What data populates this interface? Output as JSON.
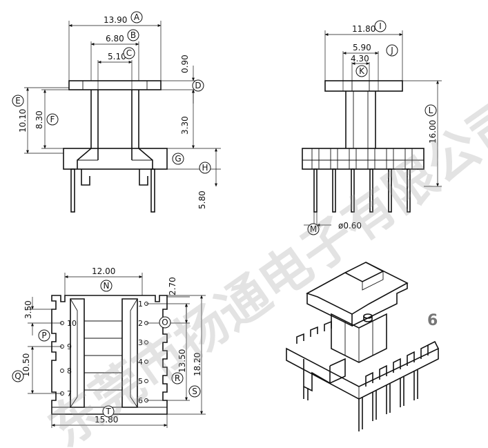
{
  "figure_number": "6",
  "watermark": "东莞市扬通电子有限公司",
  "front_view": {
    "dims": {
      "A": "13.90",
      "B": "6.80",
      "C": "5.10",
      "D": "0.90",
      "E": "10.10",
      "F": "8.30",
      "G": "3.30",
      "H": "5.80"
    },
    "labels": [
      "A",
      "B",
      "C",
      "D",
      "E",
      "F",
      "G",
      "H"
    ]
  },
  "side_view": {
    "dims": {
      "I": "11.80",
      "J": "5.90",
      "K": "4.30",
      "L": "16.00",
      "M": "ø0.60"
    },
    "labels": [
      "I",
      "J",
      "K",
      "L",
      "M"
    ]
  },
  "bottom_view": {
    "dims": {
      "N": "12.00",
      "N_offset": "2.70",
      "O": "3.50",
      "P": "10.50",
      "R": "13.50",
      "S": "18.20",
      "T": "15.80"
    },
    "labels": [
      "N",
      "O",
      "P",
      "Q",
      "R",
      "S",
      "T"
    ],
    "left_pins": [
      "10",
      "9",
      "8",
      "7"
    ],
    "right_pins": [
      "1",
      "2",
      "3",
      "4",
      "5",
      "6"
    ]
  }
}
